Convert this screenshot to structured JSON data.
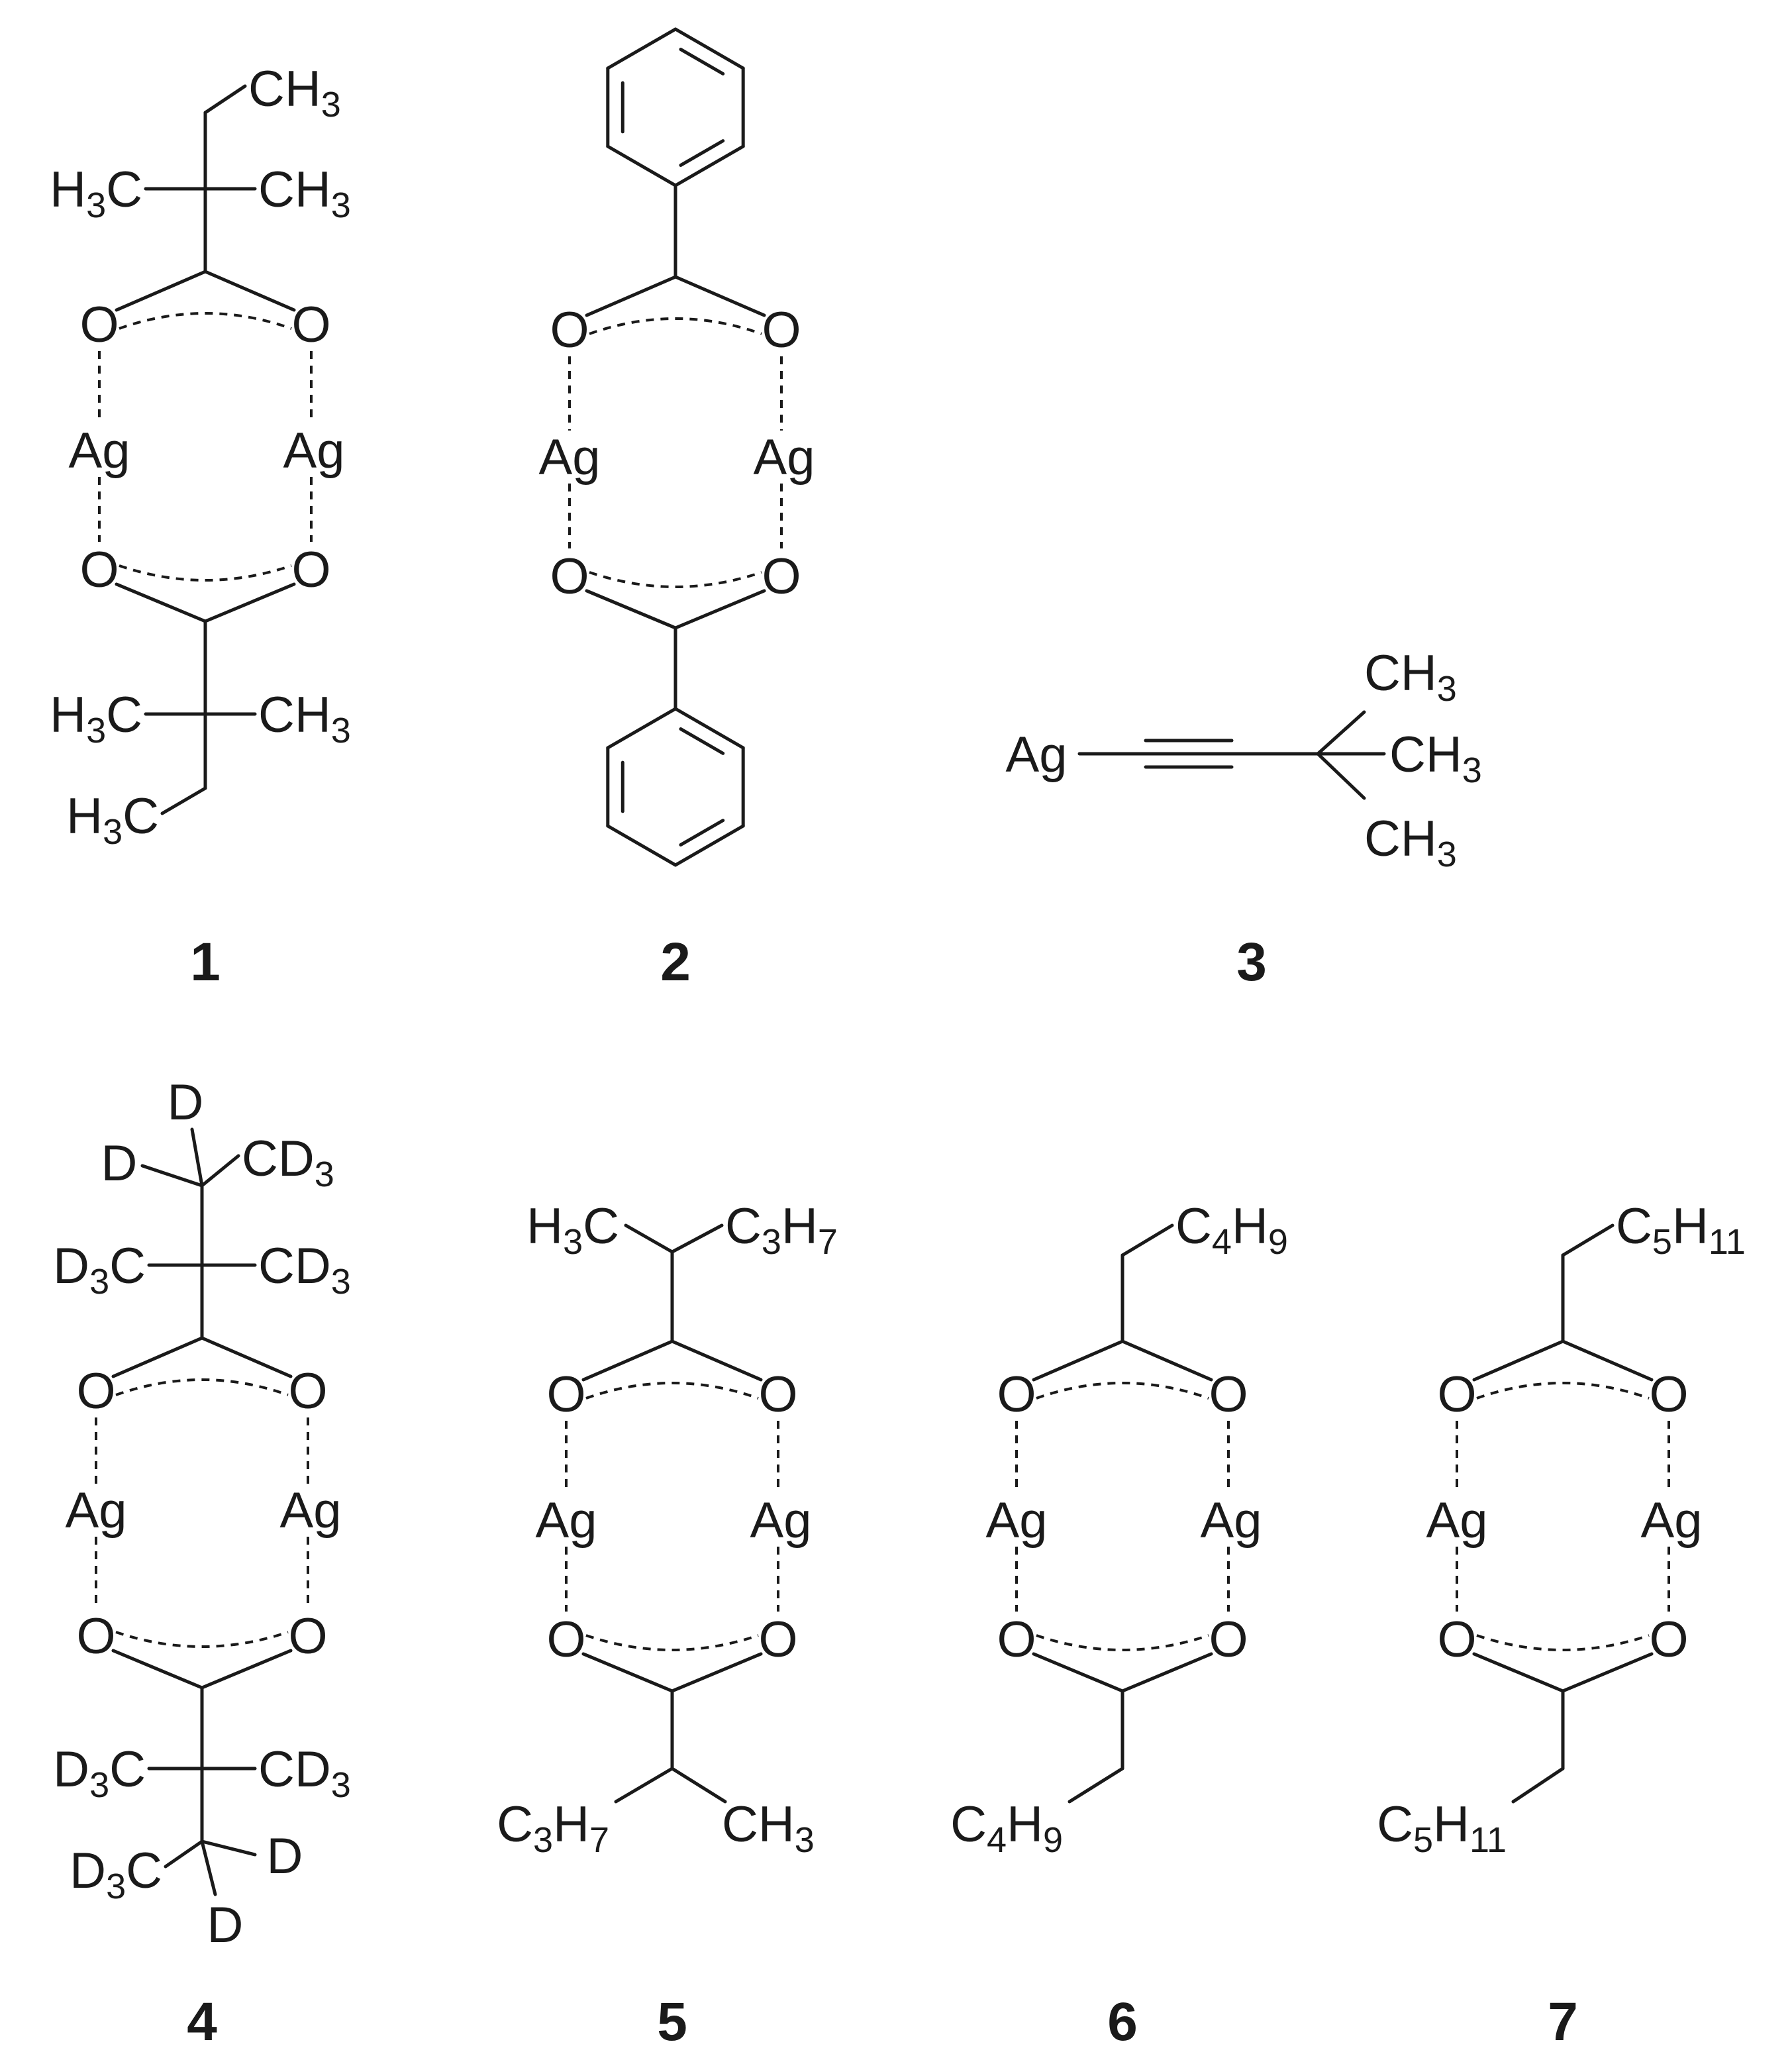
{
  "atoms": {
    "ag": "Ag",
    "o": "O",
    "ch3": "CH",
    "h3c": "H",
    "c": "C",
    "d": "D",
    "d3c": "D",
    "cd3": "CD",
    "c3h7": "C",
    "c4h9": "C",
    "c5h11": "C",
    "sub3": "3",
    "sub4": "4",
    "sub5": "5",
    "sub7": "7",
    "sub9": "9",
    "sub11": "11",
    "h": "H"
  },
  "compounds": [
    {
      "label": "1"
    },
    {
      "label": "2"
    },
    {
      "label": "3"
    },
    {
      "label": "4"
    },
    {
      "label": "5"
    },
    {
      "label": "6"
    },
    {
      "label": "7"
    }
  ]
}
